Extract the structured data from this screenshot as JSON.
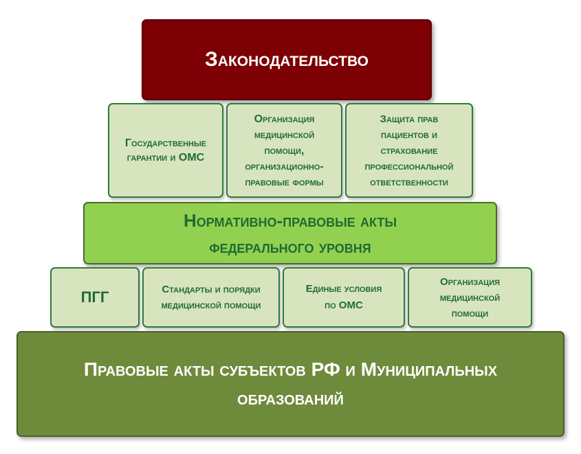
{
  "top": {
    "label": "Законодательство"
  },
  "row2": [
    "Государственные\nгарантии и ОМС",
    "Организация\nмедицинской\nпомощи,\nорганизационно-\nправовые формы",
    "Защита прав\nпациентов и\nстрахование\nпрофессиональной\nответственности"
  ],
  "middle": {
    "label": "Нормативно-правовые акты\nфедерального уровня"
  },
  "row4": [
    "ПГГ",
    "Стандарты и порядки\nмедицинской помощи",
    "Единые условия\nпо ОМС",
    "Организация\nмедицинской\nпомощи"
  ],
  "bottom": {
    "label": "Правовые акты субъектов РФ и Муниципальных\nобразований"
  },
  "colors": {
    "top": "#7d0004",
    "light": "#d8e4bd",
    "bright": "#92d14f",
    "dark": "#6e8b3c",
    "text_green": "#1f6b34"
  }
}
